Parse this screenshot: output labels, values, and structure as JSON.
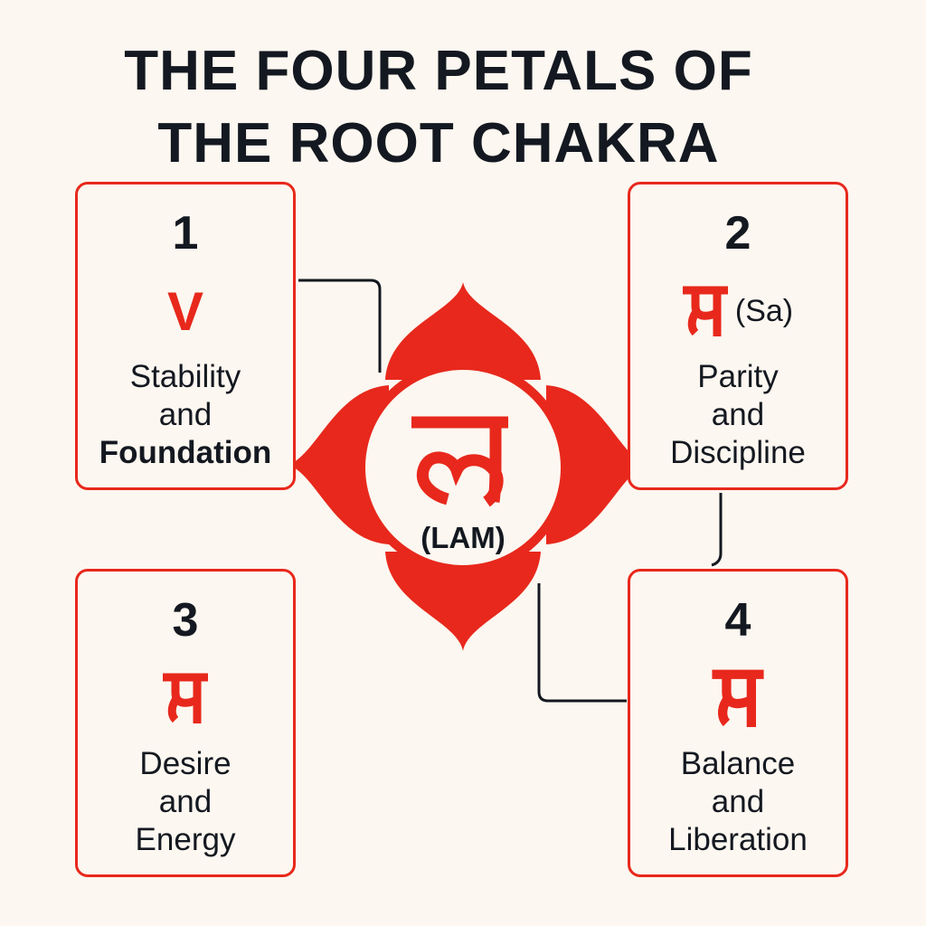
{
  "title": {
    "line1": "THE FOUR PETALS OF",
    "line2": "THE ROOT CHAKRA"
  },
  "center": {
    "glyph": "ल",
    "transliteration": "(LAM)"
  },
  "cards": [
    {
      "number": "1",
      "glyph": "V",
      "transliteration": "",
      "label": [
        "Stability",
        "and",
        "Foundation"
      ]
    },
    {
      "number": "2",
      "glyph": "स",
      "transliteration": "(Sa)",
      "label": [
        "Parity",
        "and",
        "Discipline"
      ]
    },
    {
      "number": "3",
      "glyph": "स",
      "transliteration": "",
      "label": [
        "Desire",
        "and",
        "Energy"
      ]
    },
    {
      "number": "4",
      "glyph": "स",
      "transliteration": "",
      "label": [
        "Balance",
        "and",
        "Liberation"
      ]
    }
  ],
  "colors": {
    "accent": "#e8281c",
    "text": "#141820",
    "background": "#fcf7f0"
  }
}
